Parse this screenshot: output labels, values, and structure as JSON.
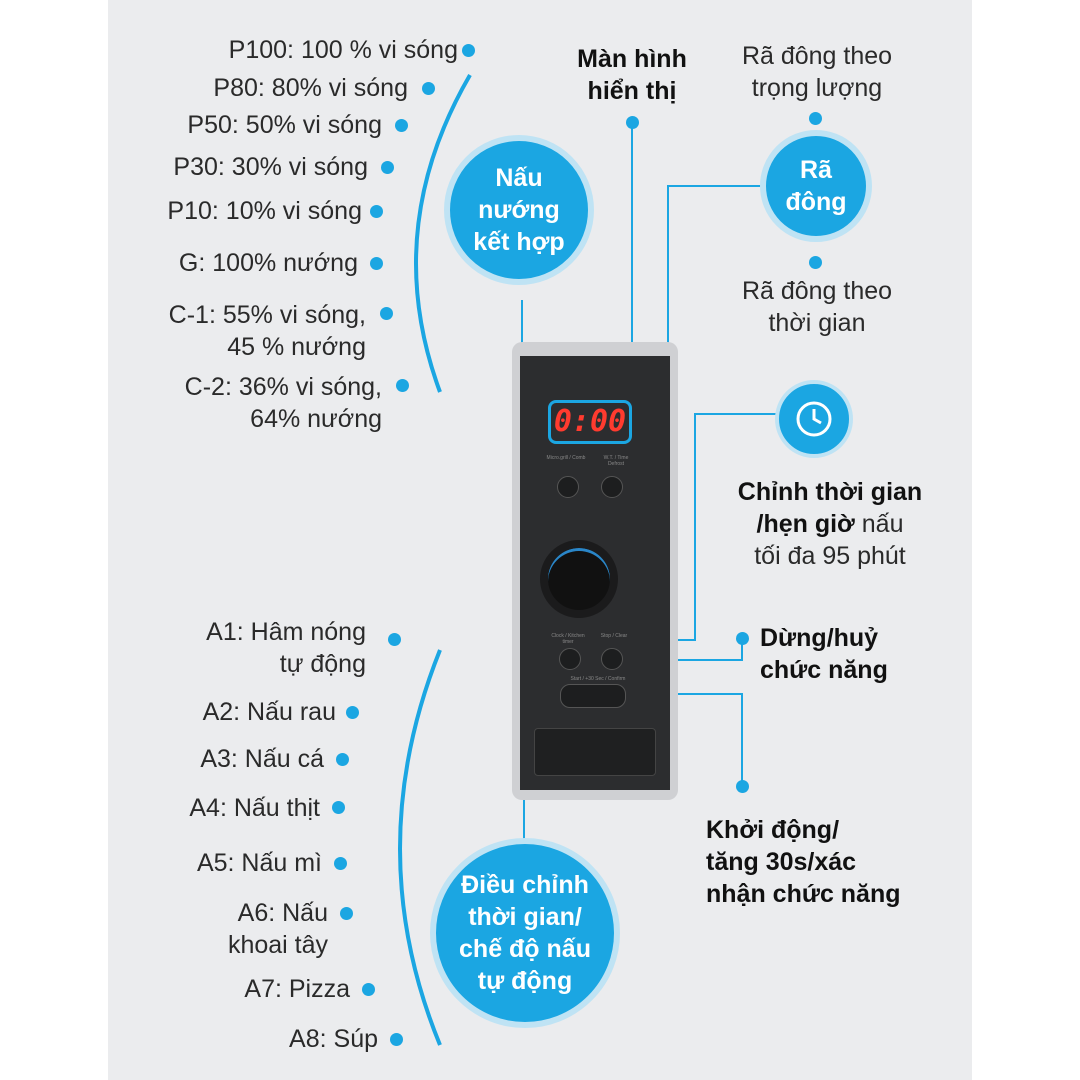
{
  "power_levels": [
    "P100: 100 % vi sóng",
    "P80: 80% vi sóng",
    "P50: 50% vi sóng",
    "P30: 30% vi sóng",
    "P10: 10% vi sóng",
    "G: 100% nướng",
    "C-1: 55% vi sóng,\n45 % nướng",
    "C-2: 36% vi sóng,\n64% nướng"
  ],
  "auto_menus": [
    "A1: Hâm nóng\ntự động",
    "A2: Nấu rau",
    "A3: Nấu cá",
    "A4: Nấu thịt",
    "A5: Nấu mì",
    "A6: Nấu\nkhoai tây",
    "A7: Pizza",
    "A8: Súp"
  ],
  "combo_circle": "Nấu\nnướng\nkết hợp",
  "display_label": "Màn hình\nhiển thị",
  "defrost_circle": "Rã\nđông",
  "defrost_weight": "Rã đông theo\ntrọng lượng",
  "defrost_time": "Rã đông theo\nthời gian",
  "clock_bold": "Chỉnh thời gian\n/hẹn giờ",
  "clock_rest": " nấu\ntối đa 95 phút",
  "stop_label": "Dừng/huỷ\nchức năng",
  "start_label": "Khởi động/\ntăng 30s/xác\nnhận chức năng",
  "dial_circle": "Điều chỉnh\nthời gian/\nchế độ nấu\ntự động",
  "panel": {
    "display": "0:00",
    "btn1": "Micro.grill / Comb",
    "btn2": "W.T. / Time Defrost",
    "btn3": "Clock / Kitchen timer",
    "btn4": "Stop / Clear",
    "btn5": "Start / +30 Sec / Confirm"
  },
  "icons": [
    "clock-icon"
  ],
  "colors": {
    "accent": "#1ba6e2",
    "display": "#ff3b2f"
  }
}
